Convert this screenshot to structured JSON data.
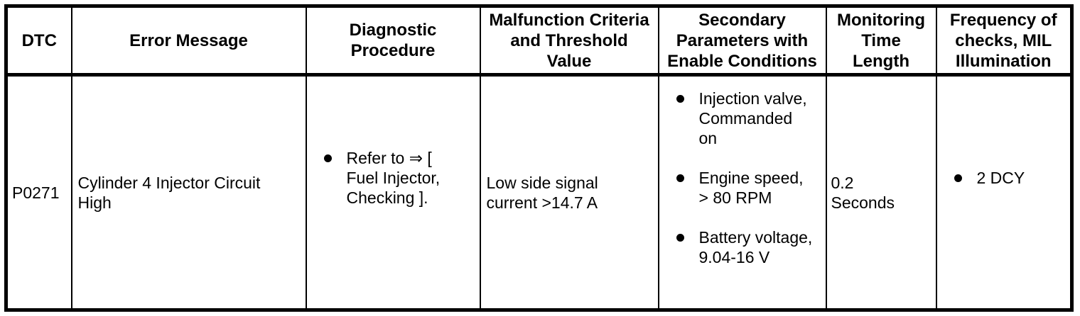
{
  "colors": {
    "border": "#000000",
    "text": "#000000",
    "background": "#ffffff"
  },
  "table": {
    "headers": [
      "DTC",
      "Error Message",
      "Diagnostic\nProcedure",
      "Malfunction Criteria\nand Threshold\nValue",
      "Secondary\nParameters with\nEnable Conditions",
      "Monitoring\nTime\nLength",
      "Frequency of\nchecks, MIL\nIllumination"
    ],
    "row": {
      "dtc": "P0271",
      "error_message": "Cylinder 4 Injector Circuit\nHigh",
      "diagnostic_procedure": [
        "Refer to ⇒ [\nFuel Injector,\nChecking ]."
      ],
      "malfunction_criteria": "Low side signal\ncurrent >14.7 A",
      "secondary_parameters": [
        "Injection valve,\nCommanded\non",
        "Engine speed,\n> 80 RPM",
        "Battery voltage,\n9.04-16 V"
      ],
      "monitoring_time": "0.2\nSeconds",
      "frequency_of_checks": [
        "2 DCY"
      ]
    }
  }
}
